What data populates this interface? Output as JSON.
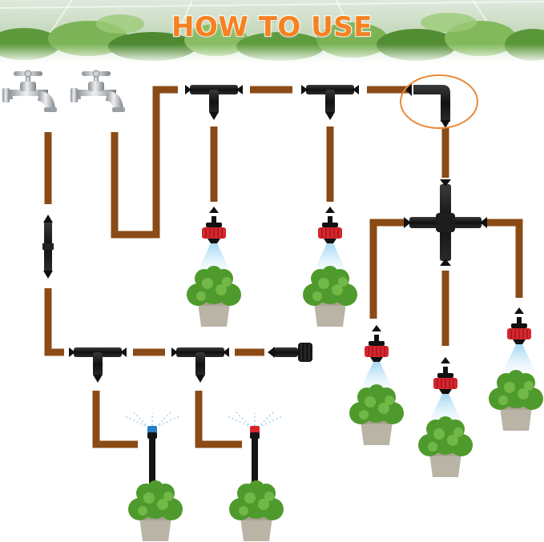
{
  "banner": {
    "title": "HOW TO USE"
  },
  "colors": {
    "title": "#f58220",
    "tubing": "#8b4b16",
    "fitting": "#1b1b1b",
    "dripper_red": "#d7262e",
    "nozzle_blue": "#2a7fc4",
    "spray": "#9fd4f2",
    "plant": "#4f9a2c",
    "pot": "#b9b4a6",
    "highlight_ring": "#e98a3a",
    "faucet": "#b8bcc0"
  },
  "diagram": {
    "faucets": [
      {
        "name": "faucet-left",
        "icon": "faucet-icon"
      },
      {
        "name": "faucet-right",
        "icon": "faucet-icon"
      }
    ],
    "fittings": [
      "straight-coupler",
      "tee-connector",
      "elbow-connector",
      "cross-connector",
      "end-plug"
    ],
    "emitters": [
      "adjustable-dripper",
      "spray-stake-blue",
      "spray-stake-red"
    ],
    "highlight": "elbow-connector"
  }
}
